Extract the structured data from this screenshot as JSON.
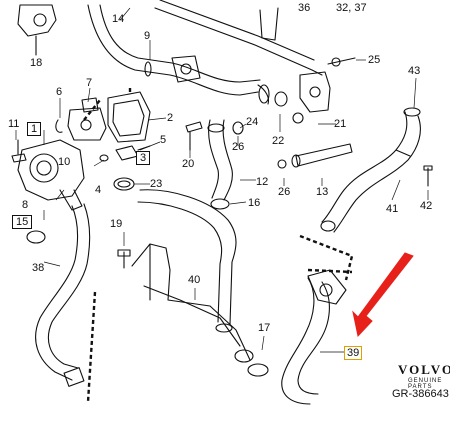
{
  "diagram": {
    "callouts": {
      "c36": "36",
      "c32_37": "32, 37",
      "c14": "14",
      "c18": "18",
      "c9": "9",
      "c25": "25",
      "c43": "43",
      "c7": "7",
      "c6": "6",
      "c2": "2",
      "c11": "11",
      "c1": "1",
      "c5": "5",
      "c3": "3",
      "c4": "4",
      "c20": "20",
      "c26a": "26",
      "c22": "22",
      "c21": "21",
      "c24": "24",
      "c23": "23",
      "c12": "12",
      "c26b": "26",
      "c13": "13",
      "c10": "10",
      "c8": "8",
      "c16": "16",
      "c15": "15",
      "c41": "41",
      "c42": "42",
      "c19": "19",
      "c38": "38",
      "c40": "40",
      "c17": "17",
      "c39": "39"
    },
    "brand": {
      "name": "VOLVO",
      "sub": "GENUINE PARTS",
      "ref": "GR-386643"
    },
    "colors": {
      "line": "#111111",
      "arrow": "#e8201a",
      "highlight": "#e0a000"
    }
  }
}
